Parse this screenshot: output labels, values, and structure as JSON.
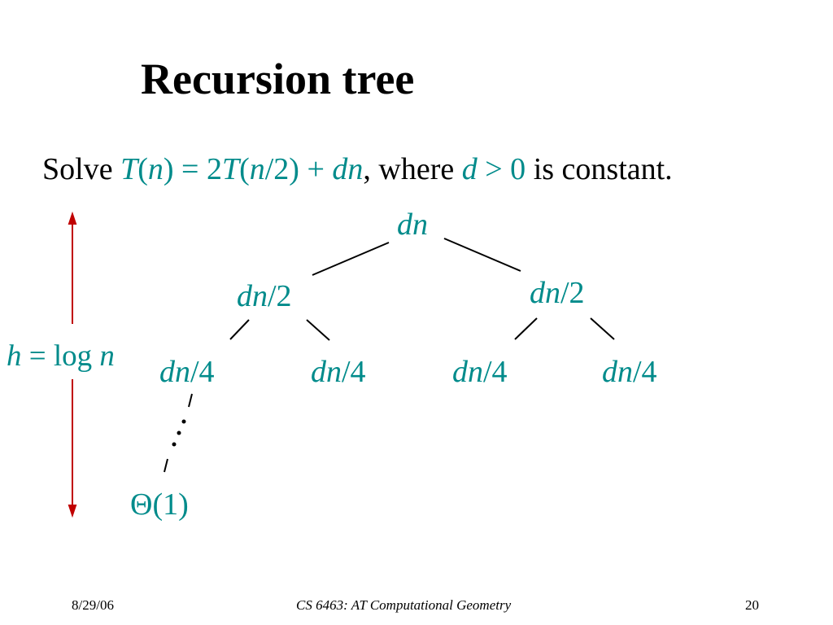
{
  "slide": {
    "title": "Recursion tree",
    "problem": {
      "p1": "Solve ",
      "p2": "T",
      "p3": "(",
      "p4": "n",
      "p5": ") = 2",
      "p6": "T",
      "p7": "(",
      "p8": "n",
      "p9": "/2) + ",
      "p10": "dn",
      "p11": ", where ",
      "p12": "d",
      "p13": " > 0",
      "p14": " is constant."
    },
    "tree": {
      "root": {
        "var": "dn",
        "suffix": ""
      },
      "level1": [
        {
          "var": "dn",
          "suffix": "/2"
        },
        {
          "var": "dn",
          "suffix": "/2"
        }
      ],
      "level2": [
        {
          "var": "dn",
          "suffix": "/4"
        },
        {
          "var": "dn",
          "suffix": "/4"
        },
        {
          "var": "dn",
          "suffix": "/4"
        },
        {
          "var": "dn",
          "suffix": "/4"
        }
      ],
      "leaf": "Θ(1)"
    },
    "height_label": {
      "var1": "h",
      "middle": " = log ",
      "var2": "n"
    }
  },
  "footer": {
    "date": "8/29/06",
    "course": "CS 6463: AT Computational Geometry",
    "page": "20"
  },
  "colors": {
    "math": "#008b8b",
    "arrow": "#c00000",
    "text": "#000000"
  }
}
